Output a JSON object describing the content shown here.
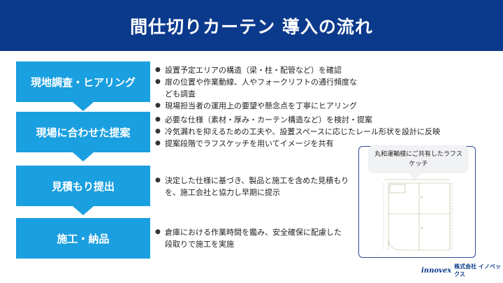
{
  "title": "間仕切りカーテン 導入の流れ",
  "steps": [
    {
      "label": "現地調査・ヒアリング",
      "bullets": [
        "設置予定エリアの構造（梁・柱・配管など）を確認",
        "扉の位置や作業動線、人やフォークリフトの通行頻度なども調査",
        "現場担当者の運用上の要望や懸念点を丁寧にヒアリング"
      ]
    },
    {
      "label": "現場に合わせた提案",
      "bullets": [
        "必要な仕様（素材・厚み・カーテン構造など）を検討・提案",
        "冷気漏れを抑えるための工夫や、設置スペースに応じたレール形状を設計に反映",
        "提案段階でラフスケッチを用いてイメージを共有"
      ]
    },
    {
      "label": "見積もり提出",
      "bullets": [
        "決定した仕様に基づき、製品と施工を含めた見積もりを、施工会社と協力し早期に提示"
      ]
    },
    {
      "label": "施工・納品",
      "bullets": [
        "倉庫における作業時間を鑑み、安全確保に配慮した段取りで施工を実施"
      ]
    }
  ],
  "sketch_callout": "丸和運輸様にご共有したラフスケッチ",
  "logo": {
    "brand": "innovex",
    "company": "株式会社 イノベックス"
  }
}
